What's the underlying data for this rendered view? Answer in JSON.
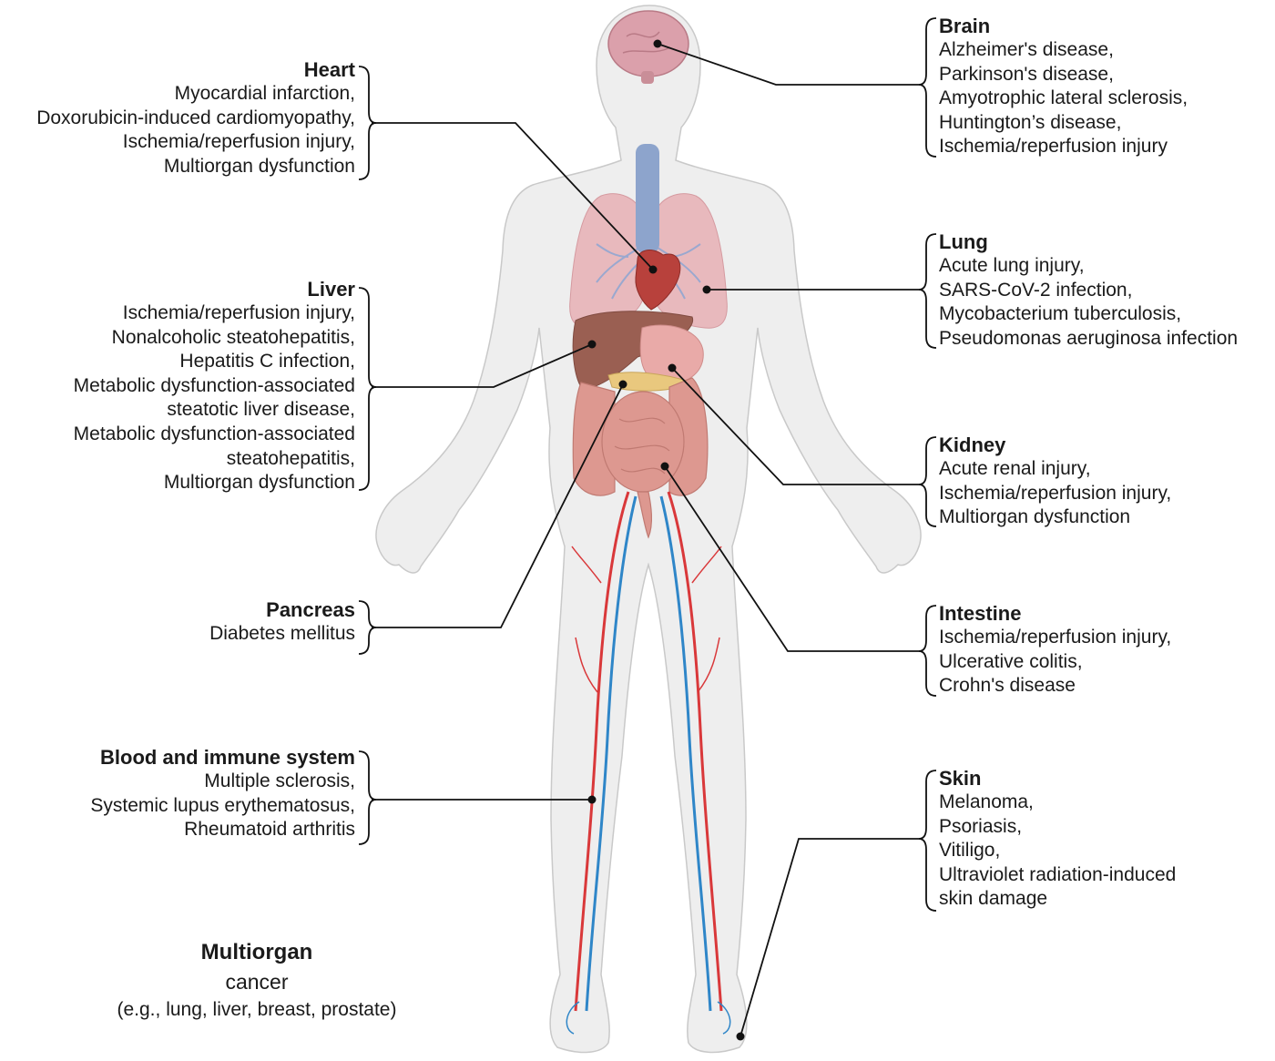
{
  "organs": {
    "heart": {
      "title": "Heart",
      "diseases": [
        "Myocardial infarction,",
        "Doxorubicin-induced cardiomyopathy,",
        "Ischemia/reperfusion injury,",
        "Multiorgan dysfunction"
      ]
    },
    "liver": {
      "title": "Liver",
      "diseases": [
        "Ischemia/reperfusion injury,",
        "Nonalcoholic steatohepatitis,",
        "Hepatitis C infection,",
        "Metabolic dysfunction-associated",
        "steatotic liver disease,",
        "Metabolic dysfunction-associated",
        "steatohepatitis,",
        "Multiorgan dysfunction"
      ]
    },
    "pancreas": {
      "title": "Pancreas",
      "diseases": [
        "Diabetes mellitus"
      ]
    },
    "blood": {
      "title": "Blood and immune system",
      "diseases": [
        "Multiple sclerosis,",
        "Systemic lupus erythematosus,",
        "Rheumatoid arthritis"
      ]
    },
    "brain": {
      "title": "Brain",
      "diseases": [
        "Alzheimer's disease,",
        "Parkinson's disease,",
        "Amyotrophic lateral sclerosis,",
        "Huntington’s disease,",
        "Ischemia/reperfusion injury"
      ]
    },
    "lung": {
      "title": "Lung",
      "diseases": [
        "Acute lung injury,",
        "SARS-CoV-2 infection,",
        "Mycobacterium tuberculosis,",
        "Pseudomonas aeruginosa infection"
      ]
    },
    "kidney": {
      "title": "Kidney",
      "diseases": [
        "Acute renal injury,",
        "Ischemia/reperfusion injury,",
        "Multiorgan dysfunction"
      ]
    },
    "intestine": {
      "title": "Intestine",
      "diseases": [
        "Ischemia/reperfusion injury,",
        "Ulcerative colitis,",
        "Crohn's disease"
      ]
    },
    "skin": {
      "title": "Skin",
      "diseases": [
        "Melanoma,",
        "Psoriasis,",
        "Vitiligo,",
        "Ultraviolet radiation-induced",
        "skin damage"
      ]
    }
  },
  "multiorgan": {
    "title": "Multiorgan",
    "disease": "cancer",
    "examples": "(e.g., lung, liver, breast, prostate)"
  },
  "colors": {
    "body_fill": "#eeeeee",
    "body_stroke": "#c8c8c8",
    "artery": "#d9383a",
    "vein": "#2f86c8",
    "trachea": "#8da4cc",
    "lung": "#e8b9bd",
    "liver": "#9a5f52",
    "heart": "#b8413c",
    "intestine": "#dd9890",
    "brain": "#dba0ab",
    "leader": "#111111"
  }
}
